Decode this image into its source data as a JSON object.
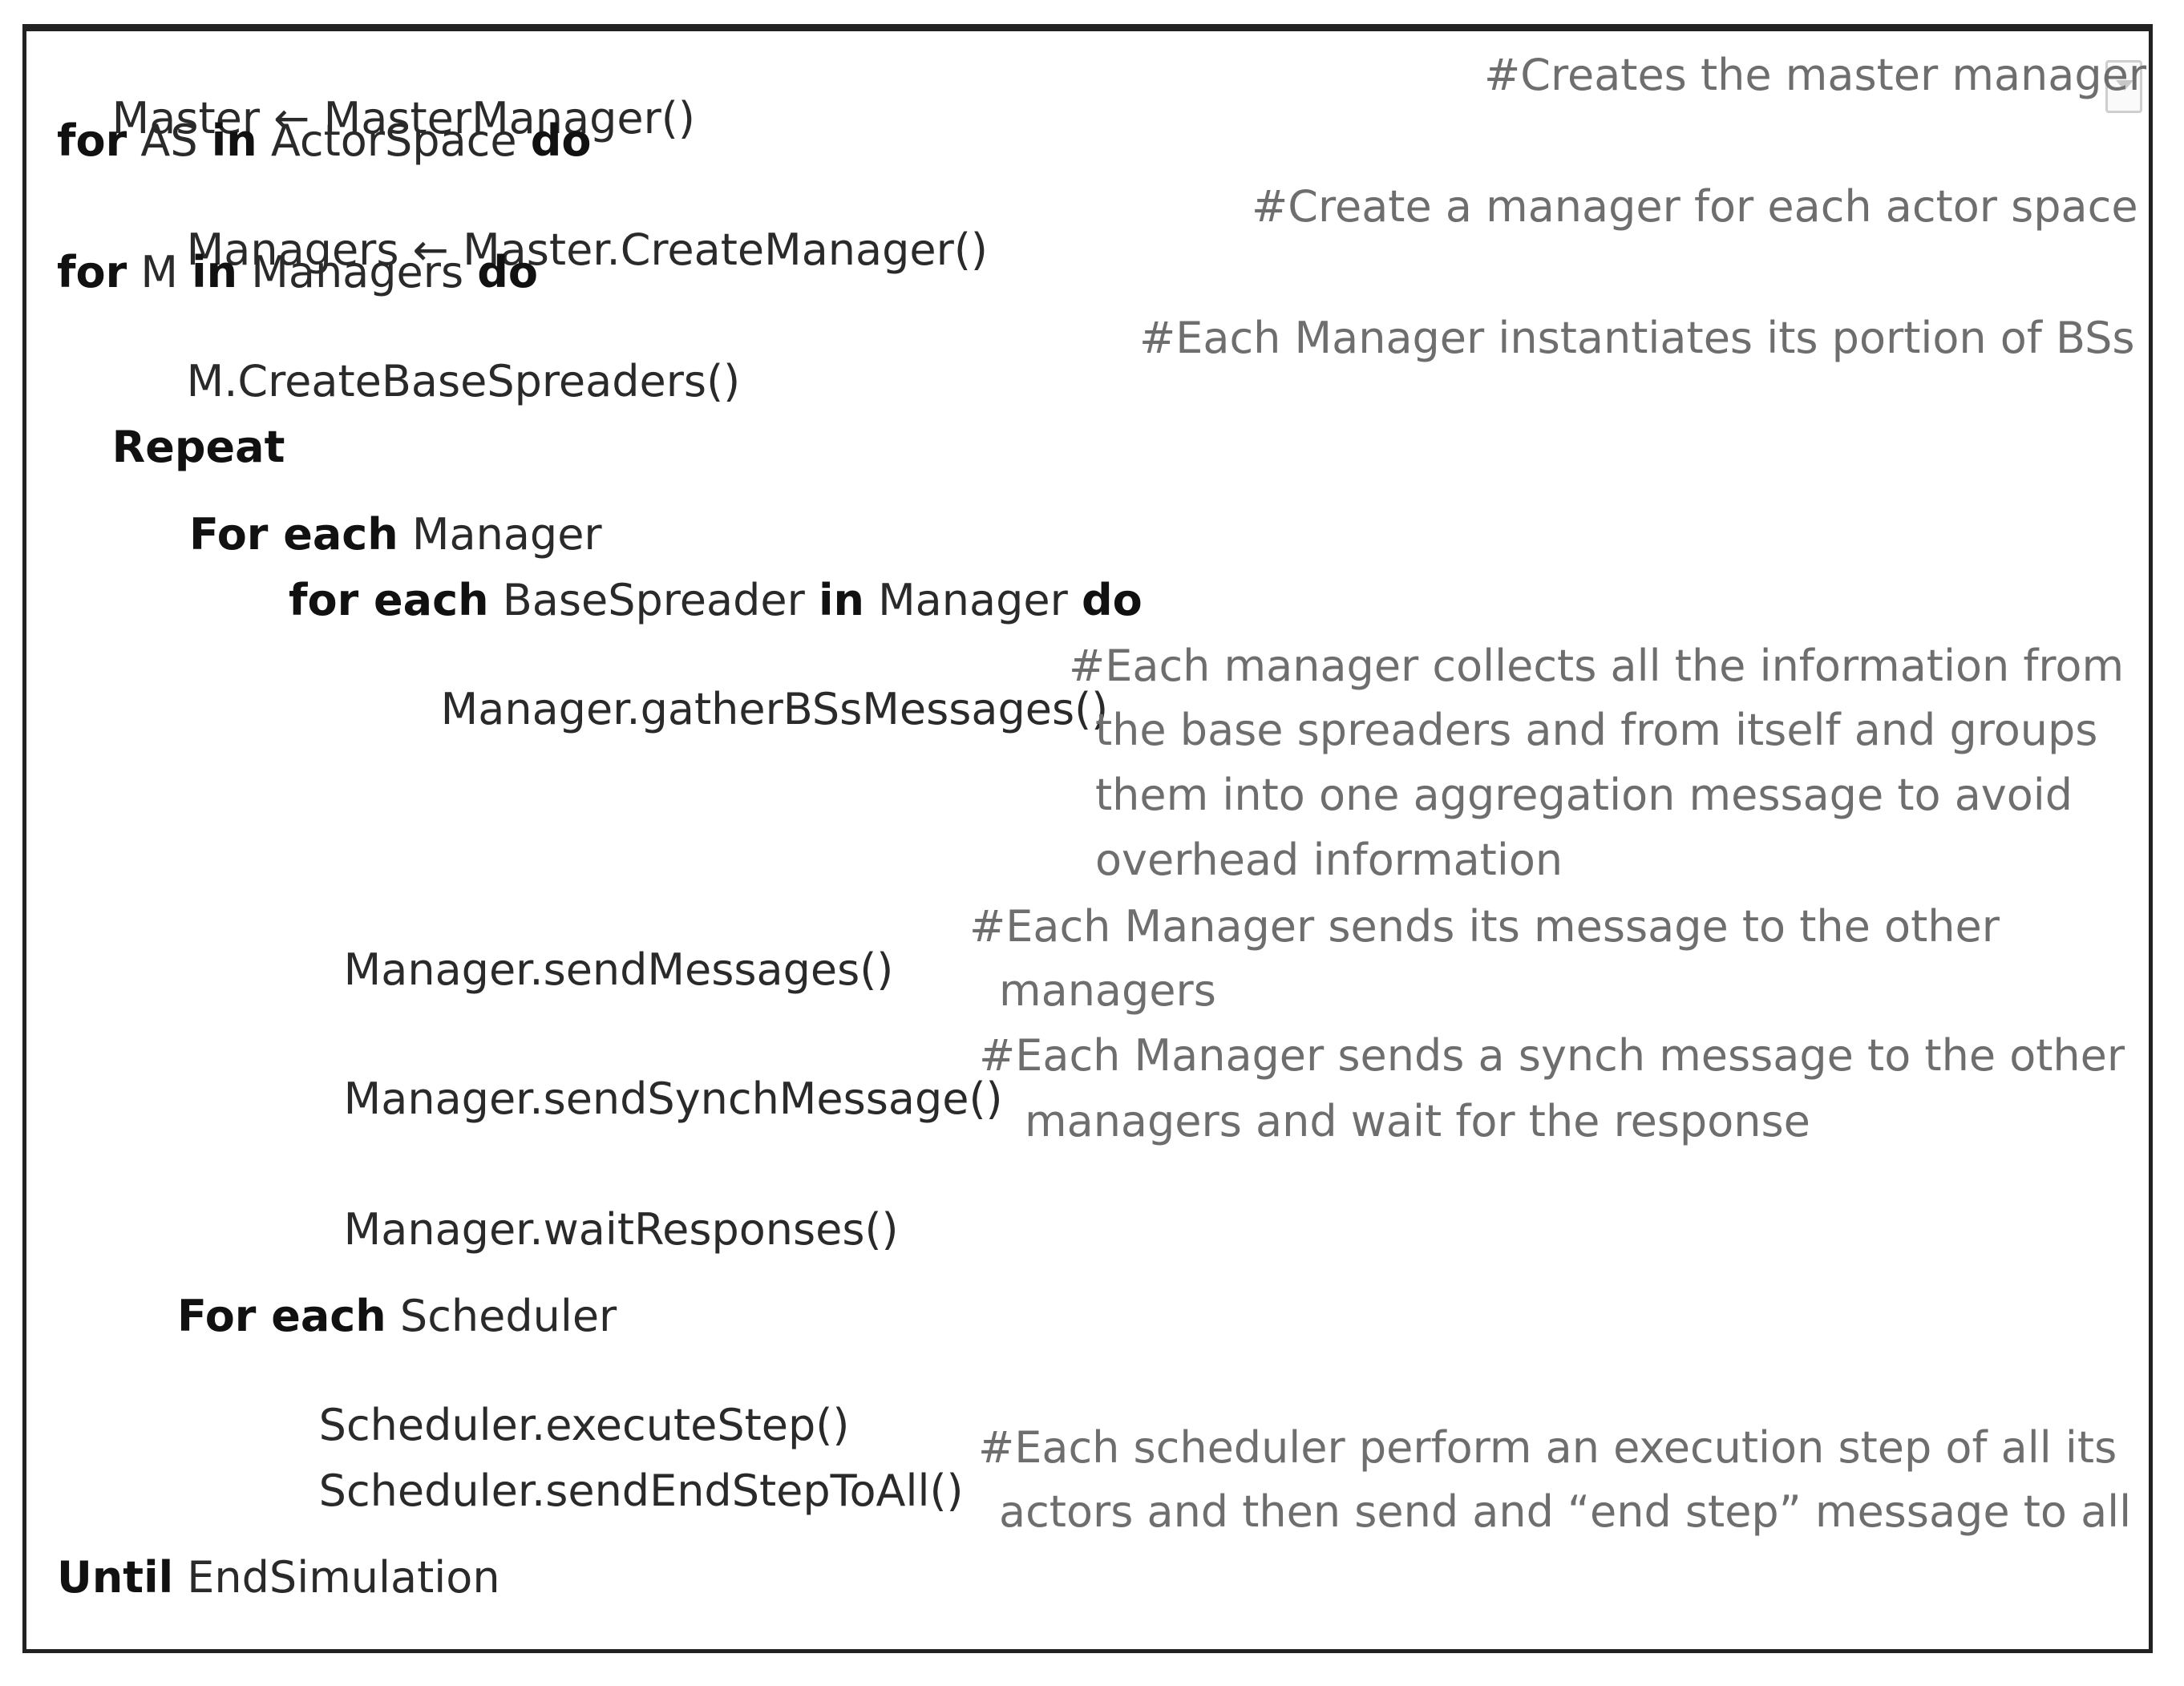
{
  "algorithm": {
    "line1": {
      "code": "Master ← MasterManager()",
      "comment": "#Creates the master manager"
    },
    "line2": {
      "kw1": "for",
      "t1": " AS ",
      "kw2": "in",
      "t2": " ActorSpace ",
      "kw3": "do"
    },
    "line3": {
      "code": "Managers ← Master.CreateManager()",
      "comment": "#Create a manager for each actor space"
    },
    "line4": {
      "kw1": "for",
      "t1": " M ",
      "kw2": "in",
      "t2": " Managers ",
      "kw3": "do"
    },
    "line5": {
      "code": "M.CreateBaseSpreaders()",
      "comment": "#Each Manager instantiates its portion of BSs"
    },
    "line6": {
      "kw": "Repeat"
    },
    "line7": {
      "kw": "For each",
      "text": " Manager"
    },
    "line8": {
      "kw1": "for each",
      "t1": " BaseSpreader ",
      "kw2": "in",
      "t2": " Manager ",
      "kw3": "do"
    },
    "line9": {
      "code": "Manager.gatherBSsMessages()",
      "comment": "#Each manager collects all the information from",
      "comment_cont": [
        "the base spreaders and from itself and groups",
        "them into one aggregation message to avoid",
        "overhead information"
      ]
    },
    "line10": {
      "code": "Manager.sendMessages()",
      "comment": "#Each Manager sends its message to the other",
      "comment_cont": [
        "managers"
      ]
    },
    "line11": {
      "code": "Manager.sendSynchMessage()",
      "comment": "#Each Manager sends a synch message to the other",
      "comment_cont": [
        "managers and wait for the response"
      ]
    },
    "line12": {
      "code": "Manager.waitResponses()"
    },
    "line13": {
      "kw": "For each",
      "text": " Scheduler"
    },
    "line14": {
      "code": "Scheduler.executeStep()"
    },
    "line15": {
      "code": "Scheduler.sendEndStepToAll()",
      "comment": "#Each scheduler perform an execution step of all its",
      "comment_cont": [
        "actors and then send and “end step” message to all"
      ]
    },
    "line16": {
      "kw": "Until",
      "text": " EndSimulation"
    }
  },
  "icons": {
    "scroll_handle": "dropdown-triangle-icon"
  }
}
